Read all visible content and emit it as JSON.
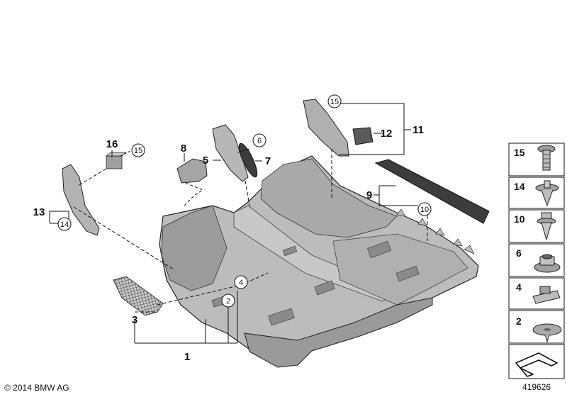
{
  "callouts": {
    "c1": "1",
    "c2": "2",
    "c3": "3",
    "c4": "4",
    "c5": "5",
    "c6": "6",
    "c7": "7",
    "c8": "8",
    "c9": "9",
    "c10": "10",
    "c11": "11",
    "c12": "12",
    "c13": "13",
    "c14": "14",
    "c15": "15",
    "c16": "16",
    "c15b": "15"
  },
  "sidebar": {
    "items": [
      "15",
      "14",
      "10",
      "6",
      "4",
      "2"
    ]
  },
  "footer": {
    "copyright": "© 2014 BMW AG",
    "reference": "419626"
  },
  "colors": {
    "part_fill": "#b9b9b9",
    "part_dark": "#8e8e8e",
    "part_light": "#d4d4d4",
    "line": "#111111"
  }
}
